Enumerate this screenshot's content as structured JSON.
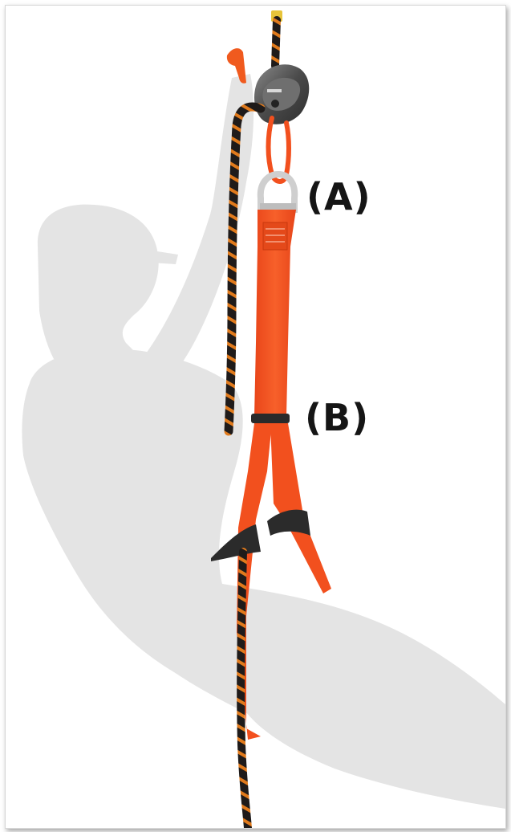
{
  "labels": {
    "a": "(A)",
    "b": "(B)"
  },
  "colors": {
    "background": "#ffffff",
    "silhouette": "#e4e4e4",
    "strap": "#f2501e",
    "strap_shade": "#d43f12",
    "rope": "#1f1b1a",
    "rope_stripe": "#e07a1c",
    "device": "#545454",
    "ring": "#cfcfcf"
  },
  "icons": {
    "descender": "rope-descender-device",
    "carabiner": "carabiner",
    "foot_loops": "foot-loop-icon"
  }
}
